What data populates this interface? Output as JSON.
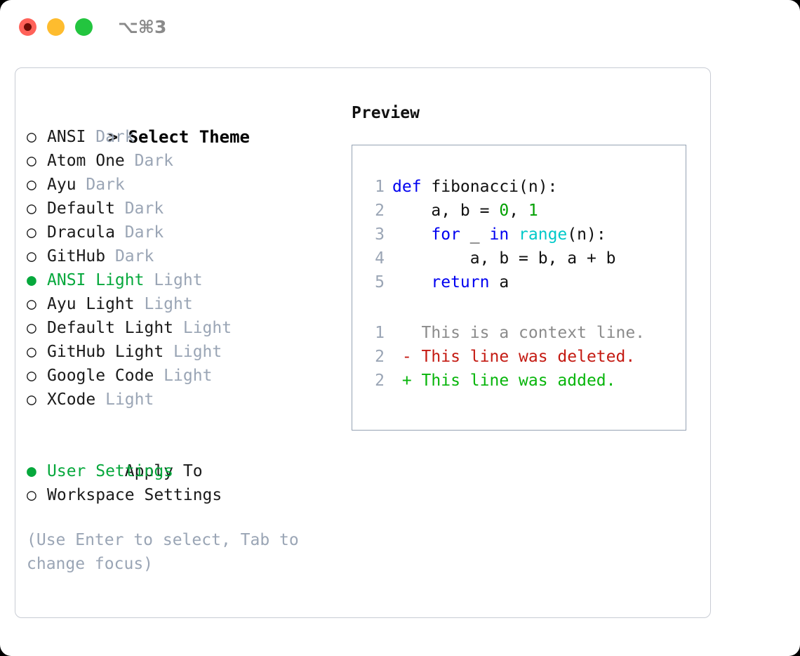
{
  "titlebar": {
    "shortcut": "⌥⌘3",
    "buttons": [
      {
        "name": "close",
        "color": "#ff6259"
      },
      {
        "name": "minimize",
        "color": "#febc2e"
      },
      {
        "name": "maximize",
        "color": "#23c53f"
      }
    ]
  },
  "theme_list": {
    "header_marker": ">",
    "header": "Select Theme",
    "unselected_marker": "○",
    "selected_marker": "●",
    "selected_color": "#06a83c",
    "suffix_color": "#9aa5b5",
    "items": [
      {
        "marker": "○",
        "label": "ANSI",
        "suffix": "Dark",
        "selected": false
      },
      {
        "marker": "○",
        "label": "Atom One",
        "suffix": "Dark",
        "selected": false
      },
      {
        "marker": "○",
        "label": "Ayu",
        "suffix": "Dark",
        "selected": false
      },
      {
        "marker": "○",
        "label": "Default",
        "suffix": "Dark",
        "selected": false
      },
      {
        "marker": "○",
        "label": "Dracula",
        "suffix": "Dark",
        "selected": false
      },
      {
        "marker": "○",
        "label": "GitHub",
        "suffix": "Dark",
        "selected": false
      },
      {
        "marker": "●",
        "label": "ANSI Light",
        "suffix": "Light",
        "selected": true
      },
      {
        "marker": "○",
        "label": "Ayu Light",
        "suffix": "Light",
        "selected": false
      },
      {
        "marker": "○",
        "label": "Default Light",
        "suffix": "Light",
        "selected": false
      },
      {
        "marker": "○",
        "label": "GitHub Light",
        "suffix": "Light",
        "selected": false
      },
      {
        "marker": "○",
        "label": "Google Code",
        "suffix": "Light",
        "selected": false
      },
      {
        "marker": "○",
        "label": "XCode",
        "suffix": "Light",
        "selected": false
      }
    ]
  },
  "apply_to": {
    "label": "Apply To",
    "options": [
      {
        "marker": "●",
        "label": "User Settings",
        "selected": true
      },
      {
        "marker": "○",
        "label": "Workspace Settings",
        "selected": false
      }
    ]
  },
  "hint": "(Use Enter to select, Tab to change focus)",
  "preview": {
    "title": "Preview",
    "code_lines": [
      {
        "number": "1",
        "tokens": [
          {
            "text": "def",
            "cls": "kw"
          },
          {
            "text": " fibonacci(n):",
            "cls": "plain"
          }
        ]
      },
      {
        "number": "2",
        "tokens": [
          {
            "text": "    a, b = ",
            "cls": "plain"
          },
          {
            "text": "0",
            "cls": "num"
          },
          {
            "text": ", ",
            "cls": "plain"
          },
          {
            "text": "1",
            "cls": "num"
          }
        ]
      },
      {
        "number": "3",
        "tokens": [
          {
            "text": "    ",
            "cls": "plain"
          },
          {
            "text": "for",
            "cls": "kw"
          },
          {
            "text": " _ ",
            "cls": "plain"
          },
          {
            "text": "in",
            "cls": "kw"
          },
          {
            "text": " ",
            "cls": "plain"
          },
          {
            "text": "range",
            "cls": "fn"
          },
          {
            "text": "(n):",
            "cls": "plain"
          }
        ]
      },
      {
        "number": "4",
        "tokens": [
          {
            "text": "        a, b = b, a + b",
            "cls": "plain"
          }
        ]
      },
      {
        "number": "5",
        "tokens": [
          {
            "text": "    ",
            "cls": "plain"
          },
          {
            "text": "return",
            "cls": "kw"
          },
          {
            "text": " a",
            "cls": "plain"
          }
        ]
      }
    ],
    "diff_lines": [
      {
        "number": "1",
        "sign": " ",
        "text": "This is a context line.",
        "kind": "diff-ctx"
      },
      {
        "number": "2",
        "sign": "-",
        "text": "This line was deleted.",
        "kind": "diff-del"
      },
      {
        "number": "2",
        "sign": "+",
        "text": "This line was added.",
        "kind": "diff-add"
      }
    ]
  }
}
